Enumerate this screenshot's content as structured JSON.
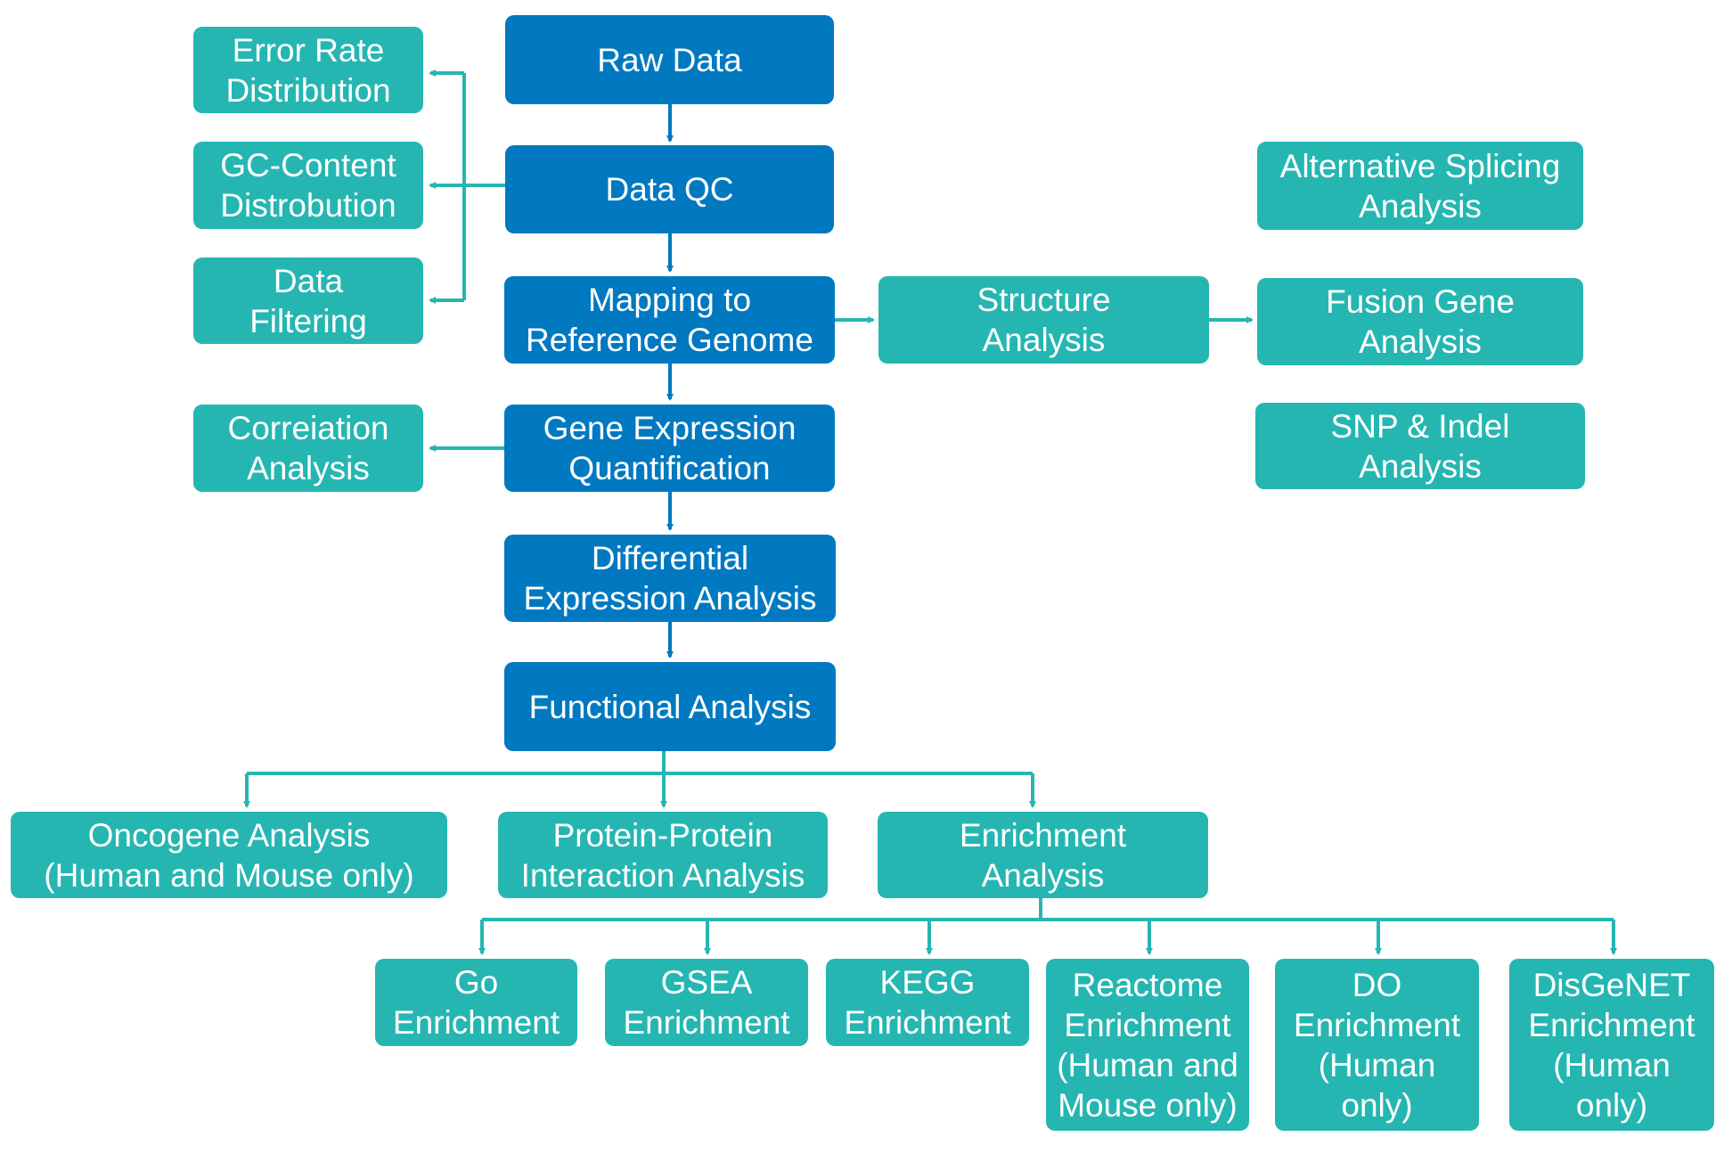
{
  "colors": {
    "main": "#0179C1",
    "sub": "#26B6B2",
    "background": "#FFFFFF"
  },
  "pipeline": [
    {
      "id": "raw-data",
      "label": "Raw Data"
    },
    {
      "id": "data-qc",
      "label": "Data QC"
    },
    {
      "id": "mapping",
      "label": "Mapping to\nReference Genome"
    },
    {
      "id": "gene-expression",
      "label": "Gene Expression\nQuantification"
    },
    {
      "id": "differential-expression",
      "label": "Differential\nExpression Analysis"
    },
    {
      "id": "functional-analysis",
      "label": "Functional Analysis"
    }
  ],
  "qc_outputs": [
    {
      "id": "error-rate",
      "label": "Error Rate\nDistribution"
    },
    {
      "id": "gc-content",
      "label": "GC-Content\nDistrobution"
    },
    {
      "id": "data-filtering",
      "label": "Data\nFiltering"
    }
  ],
  "correlation": {
    "label": "Correiation\nAnalysis"
  },
  "structure": {
    "label": "Structure\nAnalysis"
  },
  "structure_outputs": [
    {
      "id": "alt-splicing",
      "label": "Alternative Splicing\nAnalysis"
    },
    {
      "id": "fusion-gene",
      "label": "Fusion Gene\nAnalysis"
    },
    {
      "id": "snp-indel",
      "label": "SNP & Indel\nAnalysis"
    }
  ],
  "functional_outputs": [
    {
      "id": "oncogene",
      "label": "Oncogene Analysis\n(Human and Mouse only)"
    },
    {
      "id": "ppi",
      "label": "Protein-Protein\nInteraction Analysis"
    },
    {
      "id": "enrichment",
      "label": "Enrichment\nAnalysis"
    }
  ],
  "enrichment_outputs": [
    {
      "id": "go",
      "label": "Go\nEnrichment"
    },
    {
      "id": "gsea",
      "label": "GSEA\nEnrichment"
    },
    {
      "id": "kegg",
      "label": "KEGG\nEnrichment"
    },
    {
      "id": "reactome",
      "label": "Reactome\nEnrichment\n(Human and\nMouse only)"
    },
    {
      "id": "do",
      "label": "DO\nEnrichment\n(Human\nonly)"
    },
    {
      "id": "disgenet",
      "label": "DisGeNET\nEnrichment\n(Human\nonly)"
    }
  ]
}
